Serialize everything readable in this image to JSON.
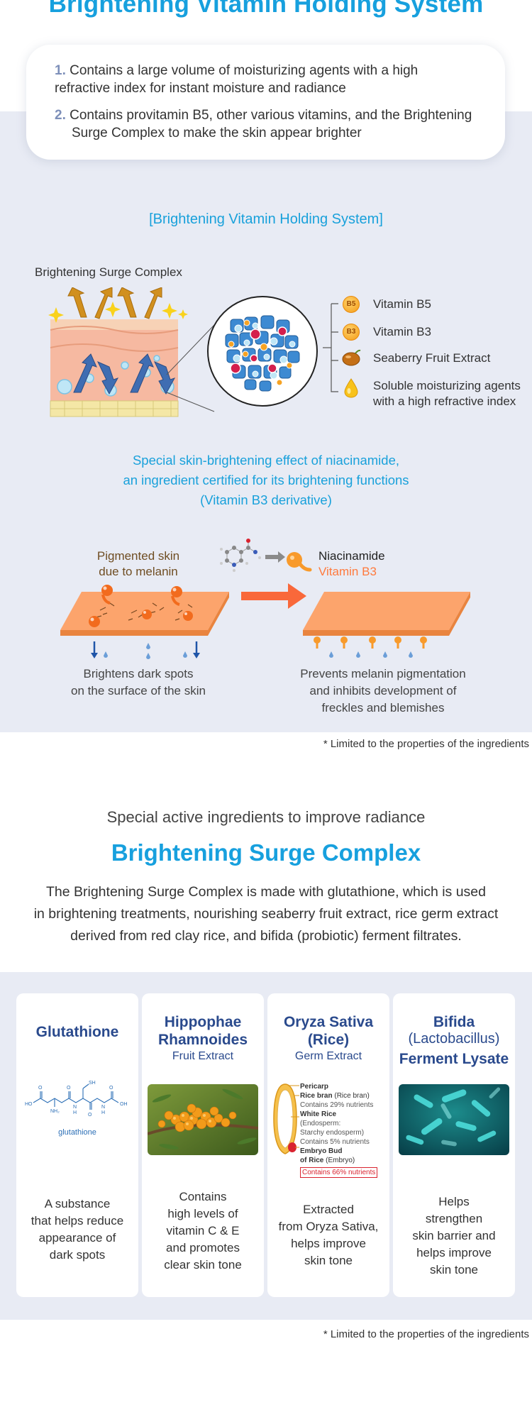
{
  "header": {
    "title": "Brightening Vitamin Holding System"
  },
  "intro": {
    "points": [
      {
        "num": "1.",
        "line1": "Contains a large volume of moisturizing agents with a high",
        "line2": "refractive index for instant moisture and radiance"
      },
      {
        "num": "2.",
        "line1": "Contains provitamin B5, other various vitamins, and the Brightening",
        "line2": "Surge Complex to make the skin appear brighter"
      }
    ]
  },
  "system": {
    "heading": "[Brightening Vitamin Holding System]",
    "complex_label": "Brightening Surge Complex",
    "legend": [
      {
        "icon": "vitamin-b5-icon",
        "badge": "B5",
        "label": "Vitamin B5"
      },
      {
        "icon": "vitamin-b3-icon",
        "badge": "B3",
        "label": "Vitamin B3"
      },
      {
        "icon": "seaberry-icon",
        "label": "Seaberry Fruit Extract"
      },
      {
        "icon": "moisture-drop-icon",
        "label": "Soluble moisturizing agents",
        "label2": "with a high refractive index"
      }
    ]
  },
  "niacinamide": {
    "lines": [
      "Special skin-brightening effect of niacinamide,",
      "an ingredient certified for its brightening functions",
      "(Vitamin B3 derivative)"
    ],
    "left_label1": "Pigmented skin",
    "left_label2": "due to melanin",
    "right_label1": "Niacinamide",
    "right_label2": "Vitamin B3",
    "left_caption1": "Brightens dark spots",
    "left_caption2": "on the surface of the skin",
    "right_caption1": "Prevents melanin pigmentation",
    "right_caption2": "and inhibits development of",
    "right_caption3": "freckles and blemishes",
    "footnote": "* Limited to the properties of the ingredients"
  },
  "complex": {
    "subtitle": "Special active ingredients to improve radiance",
    "title": "Brightening Surge Complex",
    "desc": [
      "The Brightening Surge Complex is made with glutathione, which is used",
      "in brightening treatments, nourishing seaberry fruit extract, rice germ extract",
      "derived from red clay rice, and bifida (probiotic) ferment filtrates."
    ]
  },
  "ingredients": [
    {
      "title": [
        "Glutathione"
      ],
      "sub": "",
      "image_label": "glutathione",
      "desc": [
        "A substance",
        "that helps reduce",
        "appearance of",
        "dark spots"
      ]
    },
    {
      "title": [
        "Hippophae",
        "Rhamnoides"
      ],
      "sub": "Fruit Extract",
      "desc": [
        "Contains",
        "high levels of",
        "vitamin C & E",
        "and promotes",
        "clear skin tone"
      ]
    },
    {
      "title": [
        "Oryza Sativa",
        "(Rice)"
      ],
      "sub": "Germ Extract",
      "desc": [
        "Extracted",
        "from Oryza Sativa,",
        "helps improve",
        "skin tone"
      ],
      "rice": {
        "pericarp": "Pericarp",
        "bran": "Rice bran",
        "bran_note": "(Rice bran)",
        "bran_nut": "Contains 29% nutrients",
        "white": "White Rice",
        "endo1": "(Endosperm:",
        "endo2": "Starchy endosperm)",
        "white_nut": "Contains 5% nutrients",
        "bud1": "Embryo Bud",
        "bud2": "of Rice",
        "bud_note": "(Embryo)",
        "bud_nut": "Contains 66% nutrients"
      }
    },
    {
      "title": [
        "Bifida"
      ],
      "sub2": "(Lactobacillus)",
      "title2": "Ferment Lysate",
      "desc": [
        "Helps",
        "strengthen",
        "skin barrier and",
        "helps improve",
        "skin tone"
      ]
    }
  ],
  "footnote2": "* Limited to the properties of the ingredients",
  "colors": {
    "accent": "#17a0de",
    "navy": "#2a4a8d",
    "band": "#e8ebf4",
    "orange": "#ff7a3d"
  }
}
